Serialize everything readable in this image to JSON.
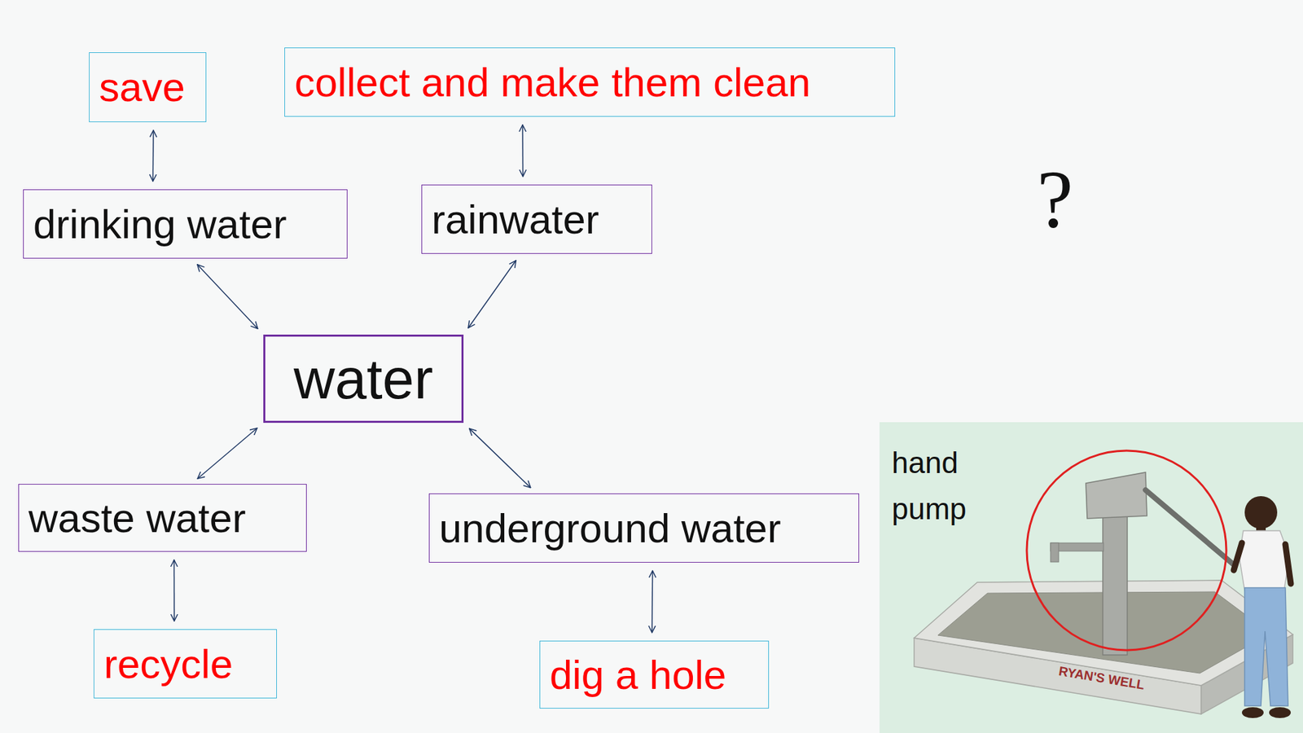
{
  "diagram": {
    "nodes": [
      {
        "text": [
          "save"
        ]
      },
      {
        "text": [
          "collect and make them clean"
        ]
      },
      {
        "text": [
          "drinking water"
        ]
      },
      {
        "text": [
          "rainwater"
        ]
      },
      {
        "text": [
          "water"
        ]
      },
      {
        "text": [
          "waste water"
        ]
      },
      {
        "text": [
          "underground water"
        ]
      },
      {
        "text": [
          "recycle"
        ]
      },
      {
        "text": [
          "dig a hole"
        ]
      }
    ],
    "edges": [
      {
        "from": 0,
        "to": 2,
        "arrow": "both"
      },
      {
        "from": 1,
        "to": 3,
        "arrow": "both"
      },
      {
        "from": 2,
        "to": 4,
        "arrow": "both"
      },
      {
        "from": 3,
        "to": 4,
        "arrow": "both"
      },
      {
        "from": 4,
        "to": 5,
        "arrow": "both"
      },
      {
        "from": 4,
        "to": 6,
        "arrow": "both"
      },
      {
        "from": 5,
        "to": 7,
        "arrow": "both"
      },
      {
        "from": 6,
        "to": 8,
        "arrow": "both"
      }
    ],
    "labels": [
      "?",
      "hand pump",
      "RYAN'S WELL"
    ]
  }
}
